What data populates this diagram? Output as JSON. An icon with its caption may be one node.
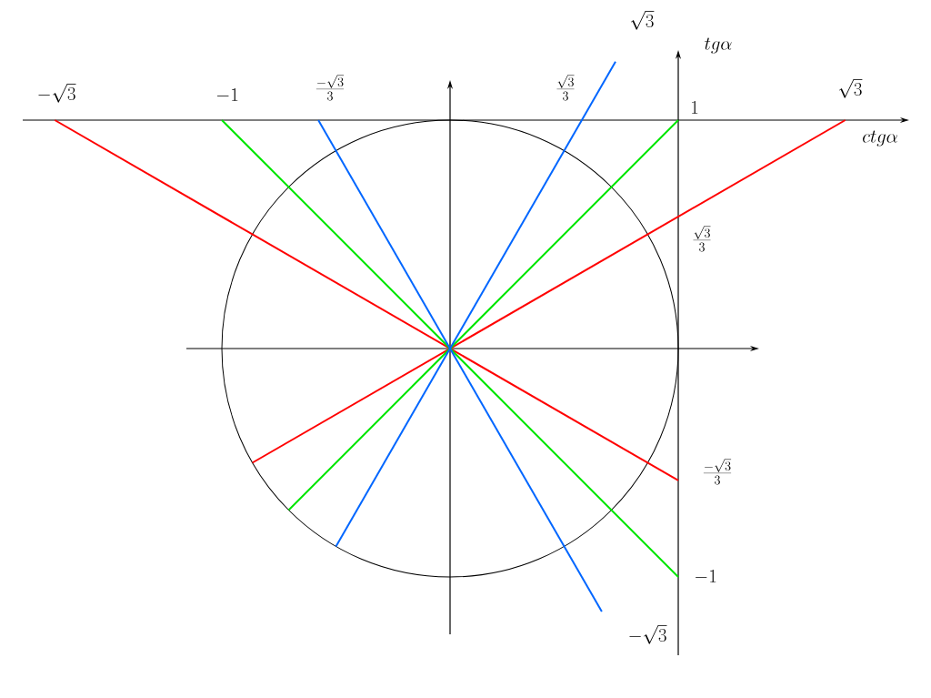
{
  "diagram": {
    "labels": [
      "\\sqrt{3}",
      "tg\\alpha",
      "\\frac{-\\sqrt{3}}{3}",
      "\\frac{\\sqrt{3}}{3}",
      "-\\sqrt{3}",
      "-1",
      "\\sqrt{3}",
      "1",
      "ctg\\alpha",
      "\\frac{\\sqrt{3}}{3}",
      "\\frac{-\\sqrt{3}}{3}",
      "-1",
      "-\\sqrt{3}"
    ]
  }
}
